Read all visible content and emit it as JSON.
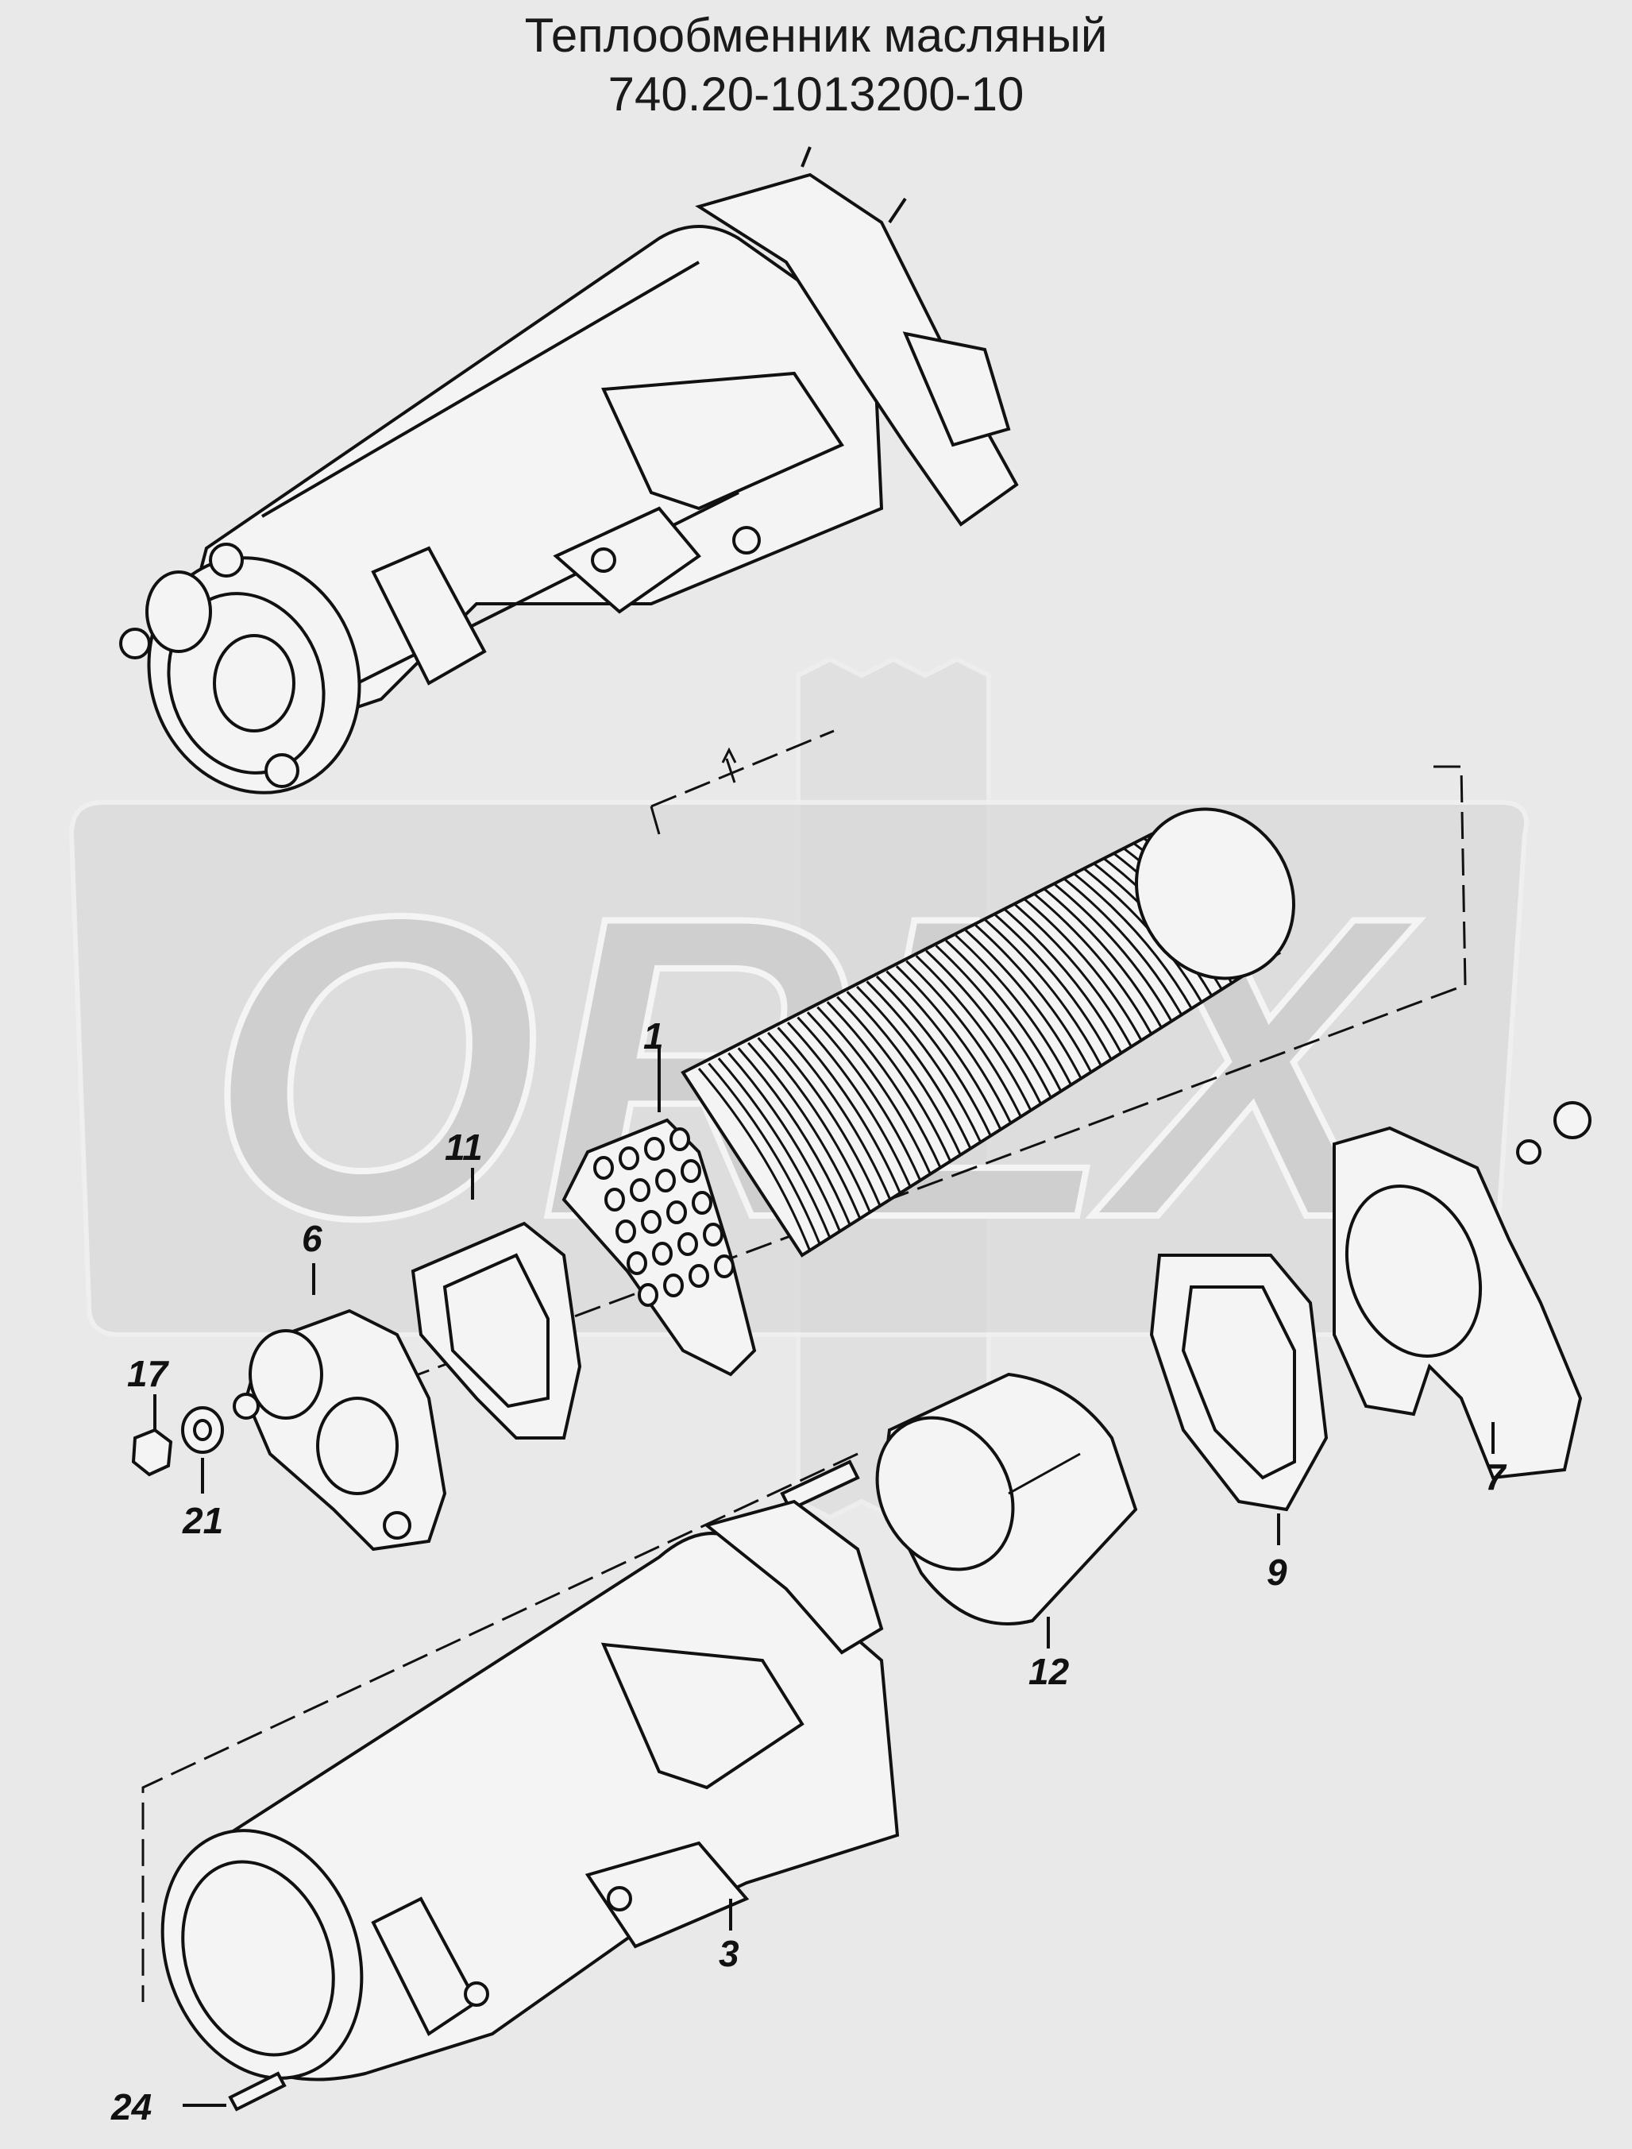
{
  "title": {
    "line1": "Теплообменник масляный",
    "line2": "740.20-1013200-10"
  },
  "watermark": {
    "text": "ORLX",
    "color": "#d9d9d9"
  },
  "callouts": [
    {
      "id": "1",
      "label": "1"
    },
    {
      "id": "3",
      "label": "3"
    },
    {
      "id": "6",
      "label": "6"
    },
    {
      "id": "7",
      "label": "7"
    },
    {
      "id": "9",
      "label": "9"
    },
    {
      "id": "11",
      "label": "11"
    },
    {
      "id": "12",
      "label": "12"
    },
    {
      "id": "17",
      "label": "17"
    },
    {
      "id": "21",
      "label": "21"
    },
    {
      "id": "24",
      "label": "24"
    }
  ]
}
